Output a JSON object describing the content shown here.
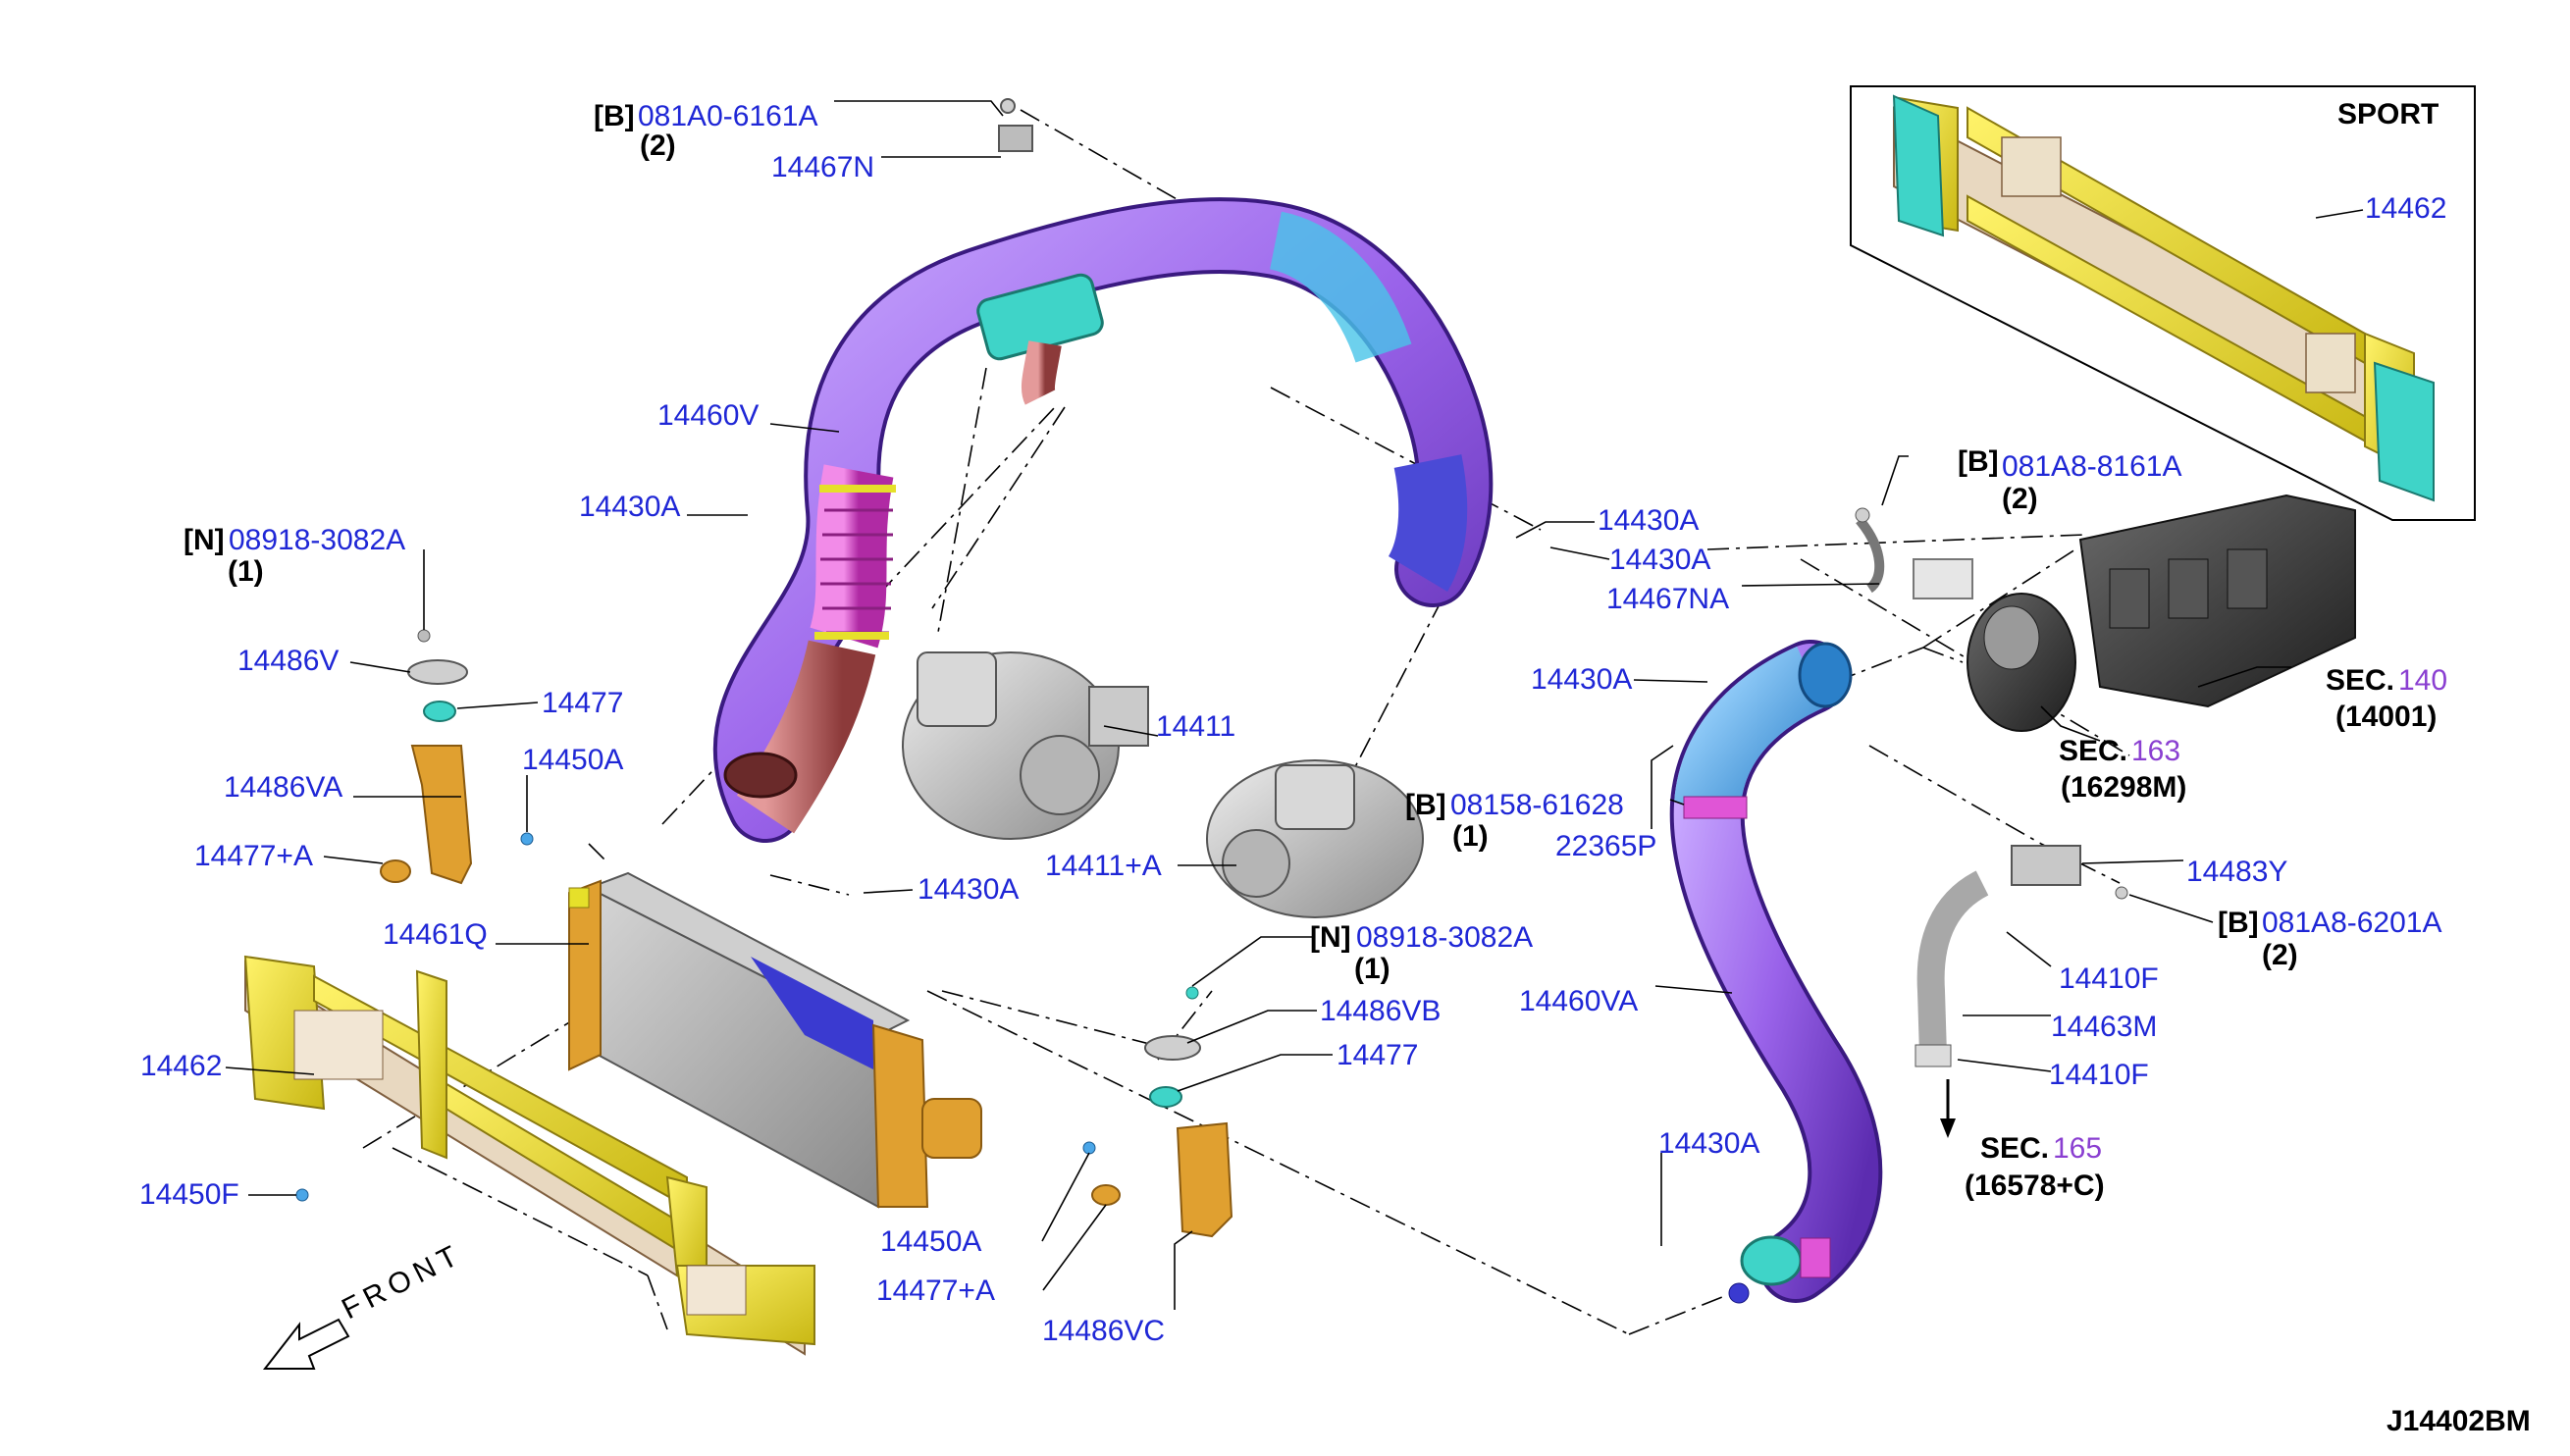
{
  "sport_label": "SPORT",
  "diagram_code": "J14402BM",
  "front_label": "FRONT",
  "colors": {
    "label_blue": "#1f27d6",
    "section_purple": "#8a3fd1",
    "duct_purple": "#a070e8",
    "duct_magenta": "#e055d6",
    "duct_rust": "#b45a5a",
    "duct_blue": "#4aa6e8",
    "bracket_yellow": "#e6e02a",
    "bracket_orange": "#e0a030",
    "clamp_cyan": "#3fd4c8",
    "intercooler_grey": "#a8a8a8",
    "intercooler_blue": "#3a3ad0"
  },
  "labels": {
    "b_081a0_6161a_prefix": "[B]",
    "b_081a0_6161a": "081A0-6161A",
    "b_081a0_6161a_qty": "(2)",
    "p14467n": "14467N",
    "p14460v": "14460V",
    "p14430a_left": "14430A",
    "n_08918_top_prefix": "[N]",
    "n_08918_top": "08918-3082A",
    "n_08918_top_qty": "(1)",
    "p14486v": "14486V",
    "p14477_left": "14477",
    "p14450a_left": "14450A",
    "p14486va": "14486VA",
    "p14477a_left": "14477+A",
    "p14461q": "14461Q",
    "p14462_left": "14462",
    "p14450f": "14450F",
    "p14411": "14411",
    "p14430a_mid": "14430A",
    "p14411a": "14411+A",
    "n_08918_mid_prefix": "[N]",
    "n_08918_mid": "08918-3082A",
    "n_08918_mid_qty": "(1)",
    "p14486vb": "14486VB",
    "p14477_mid": "14477",
    "p14450a_mid": "14450A",
    "p14477a_mid": "14477+A",
    "p14486vc": "14486VC",
    "p14430a_r1": "14430A",
    "p14430a_r2": "14430A",
    "p14467na": "14467NA",
    "b_081a8_8161a_prefix": "[B]",
    "b_081a8_8161a": "081A8-8161A",
    "b_081a8_8161a_qty": "(2)",
    "p14430a_r3": "14430A",
    "b_08158_prefix": "[B]",
    "b_08158": "08158-61628",
    "b_08158_qty": "(1)",
    "p22365p": "22365P",
    "p14460va": "14460VA",
    "p14430a_bottom": "14430A",
    "sec140_prefix": "SEC.",
    "sec140_num": "140",
    "sec140_ref": "(14001)",
    "sec163_prefix": "SEC.",
    "sec163_num": "163",
    "sec163_ref": "(16298M)",
    "p14483y": "14483Y",
    "b_081a8_6201a_prefix": "[B]",
    "b_081a8_6201a": "081A8-6201A",
    "b_081a8_6201a_qty": "(2)",
    "p14410f_1": "14410F",
    "p14463m": "14463M",
    "p14410f_2": "14410F",
    "sec165_prefix": "SEC.",
    "sec165_num": "165",
    "sec165_ref": "(16578+C)",
    "p14462_sport": "14462"
  }
}
